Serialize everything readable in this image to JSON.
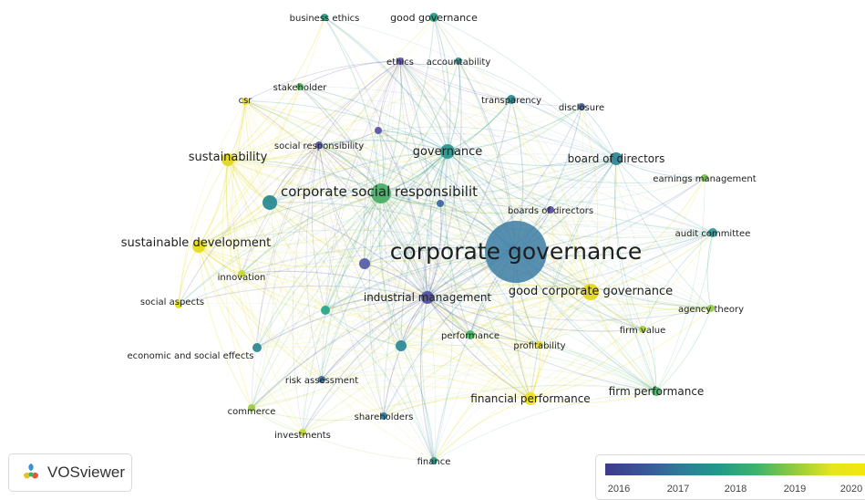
{
  "app": {
    "name": "VOSviewer"
  },
  "legend": {
    "ticks": [
      "2016",
      "2017",
      "2018",
      "2019",
      "2020"
    ]
  },
  "nodes": [
    {
      "id": "corporate-governance",
      "label": "corporate governance",
      "color": "#3c7ca3"
    },
    {
      "id": "corporate-social-responsibility",
      "label": "corporate social responsibilit",
      "color": "#4cae6a"
    },
    {
      "id": "good-corporate-governance",
      "label": "good corporate governance",
      "color": "#e3d81e"
    },
    {
      "id": "sustainable-development",
      "label": "sustainable development",
      "color": "#e6dc1c"
    },
    {
      "id": "sustainability",
      "label": "sustainability",
      "color": "#e0d725"
    },
    {
      "id": "governance",
      "label": "governance",
      "color": "#2c9890"
    },
    {
      "id": "board-of-directors",
      "label": "board of directors",
      "color": "#2f8a98"
    },
    {
      "id": "industrial-management",
      "label": "industrial management",
      "color": "#5150a0"
    },
    {
      "id": "financial-performance",
      "label": "financial performance",
      "color": "#f0e020"
    },
    {
      "id": "firm-performance",
      "label": "firm performance",
      "color": "#4db56d"
    },
    {
      "id": "good-governance",
      "label": "good governance",
      "color": "#29a086"
    },
    {
      "id": "business-ethics",
      "label": "business ethics",
      "color": "#2aa184"
    },
    {
      "id": "ethics",
      "label": "ethics",
      "color": "#5f53a2"
    },
    {
      "id": "accountability",
      "label": "accountability",
      "color": "#3a8f94"
    },
    {
      "id": "stakeholder",
      "label": "stakeholder",
      "color": "#5bb86a"
    },
    {
      "id": "csr",
      "label": "csr",
      "color": "#e8dc2a"
    },
    {
      "id": "transparency",
      "label": "transparency",
      "color": "#2d8f96"
    },
    {
      "id": "disclosure",
      "label": "disclosure",
      "color": "#4664a0"
    },
    {
      "id": "social-responsibility",
      "label": "social responsibility",
      "color": "#5a57a4"
    },
    {
      "id": "earnings-management",
      "label": "earnings management",
      "color": "#7cc55a"
    },
    {
      "id": "boards-of-directors",
      "label": "boards of directors",
      "color": "#5b52a3"
    },
    {
      "id": "audit-committee",
      "label": "audit committee",
      "color": "#2f9a93"
    },
    {
      "id": "innovation",
      "label": "innovation",
      "color": "#c8d93a"
    },
    {
      "id": "social-aspects",
      "label": "social aspects",
      "color": "#e6dc22"
    },
    {
      "id": "agency-theory",
      "label": "agency theory",
      "color": "#96cc4a"
    },
    {
      "id": "firm-value",
      "label": "firm value",
      "color": "#a8d33f"
    },
    {
      "id": "performance",
      "label": "performance",
      "color": "#4db56e"
    },
    {
      "id": "profitability",
      "label": "profitability",
      "color": "#e6dc26"
    },
    {
      "id": "economic-and-social-effects",
      "label": "economic and social effects",
      "color": "#2f8896"
    },
    {
      "id": "risk-assessment",
      "label": "risk assessment",
      "color": "#3c6fa0"
    },
    {
      "id": "commerce",
      "label": "commerce",
      "color": "#9acd44"
    },
    {
      "id": "shareholders",
      "label": "shareholders",
      "color": "#3a7aa0"
    },
    {
      "id": "investments",
      "label": "investments",
      "color": "#c6d93b"
    },
    {
      "id": "finance",
      "label": "finance",
      "color": "#2c9c8a"
    },
    {
      "id": "unlabeled-1",
      "label": "",
      "color": "#2b8a92"
    },
    {
      "id": "unlabeled-2",
      "label": "",
      "color": "#5a5fa8"
    },
    {
      "id": "unlabeled-3",
      "label": "",
      "color": "#28a88a"
    },
    {
      "id": "unlabeled-4",
      "label": "",
      "color": "#2f8a98"
    },
    {
      "id": "unlabeled-5",
      "label": "",
      "color": "#5f56a8"
    },
    {
      "id": "unlabeled-6",
      "label": "",
      "color": "#3f6aa2"
    }
  ]
}
